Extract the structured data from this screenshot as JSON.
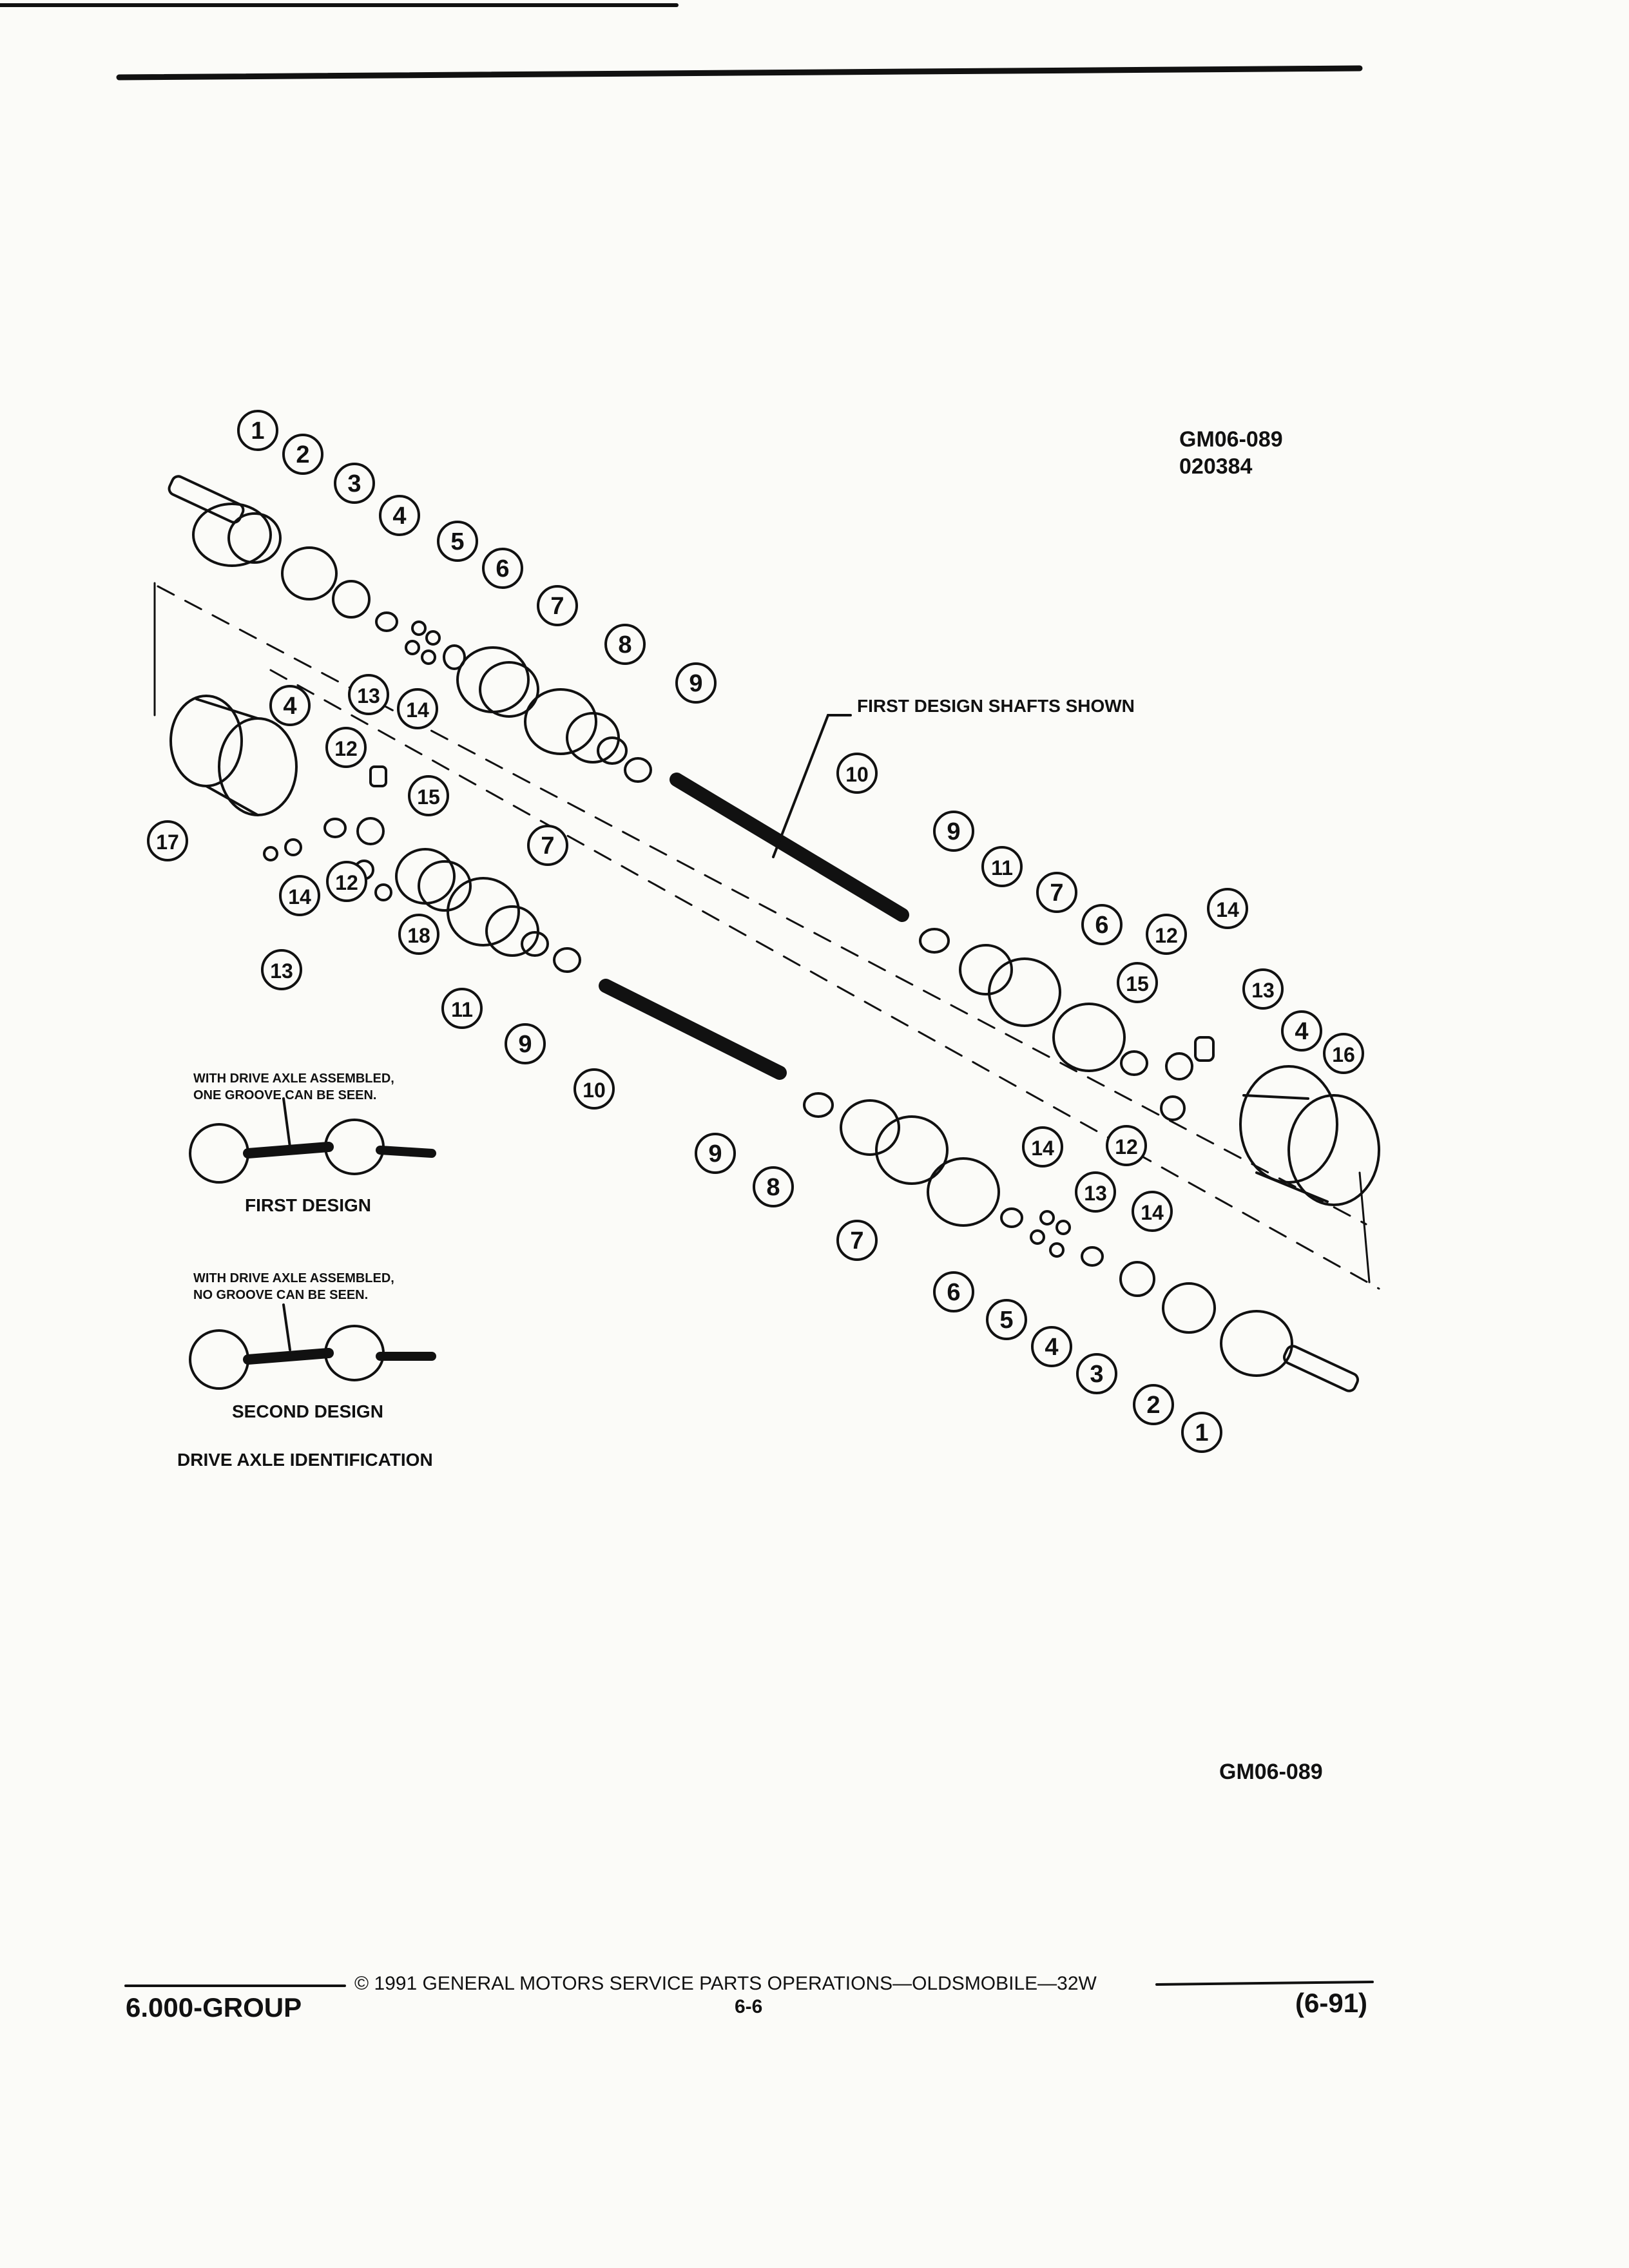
{
  "figure_ids": {
    "top": "GM06-089",
    "sub": "020384",
    "bottom": "GM06-089"
  },
  "labels": {
    "first_design_shafts": "FIRST DESIGN SHAFTS SHOWN",
    "first_note": [
      "WITH DRIVE AXLE ASSEMBLED,",
      "ONE GROOVE CAN BE SEEN."
    ],
    "first_design": "FIRST DESIGN",
    "second_note": [
      "WITH DRIVE AXLE ASSEMBLED,",
      "NO GROOVE CAN BE SEEN."
    ],
    "second_design": "SECOND DESIGN",
    "identification": "DRIVE AXLE IDENTIFICATION"
  },
  "callouts": {
    "upper": [
      "1",
      "2",
      "3",
      "4",
      "5",
      "6",
      "7",
      "8",
      "9",
      "10",
      "9",
      "11",
      "7",
      "6",
      "12",
      "14",
      "15",
      "13",
      "4",
      "16",
      "14",
      "12",
      "13",
      "14"
    ],
    "lower": [
      "4",
      "13",
      "14",
      "12",
      "15",
      "17",
      "12",
      "7",
      "14",
      "13",
      "18",
      "11",
      "9",
      "10",
      "9",
      "8",
      "7",
      "6",
      "5",
      "4",
      "3",
      "2",
      "1"
    ]
  },
  "footer": {
    "copyright": "© 1991 GENERAL MOTORS SERVICE PARTS OPERATIONS—OLDSMOBILE—32W",
    "group": "6.000-GROUP",
    "page": "6-6",
    "date": "(6-91)"
  }
}
